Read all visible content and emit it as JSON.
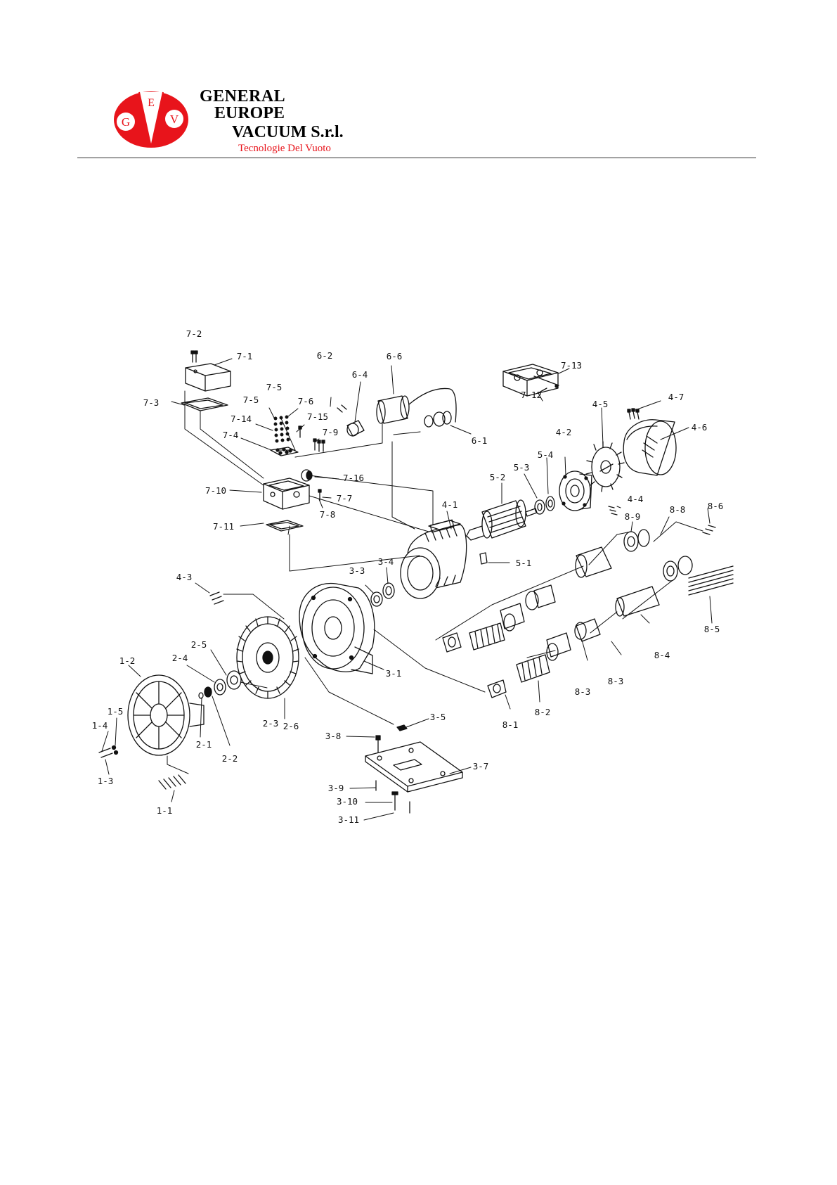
{
  "brand": {
    "logo_letters": [
      "G",
      "E",
      "V"
    ],
    "line1": "GENERAL",
    "line2": "EUROPE",
    "line3": "VACUUM  S.r.l.",
    "tagline": "Tecnologie Del Vuoto",
    "accent_color": "#e8141b"
  },
  "diagram": {
    "labels": {
      "l_7_2": "7-2",
      "l_7_1": "7-1",
      "l_7_3": "7-3",
      "l_7_5a": "7-5",
      "l_7_5b": "7-5",
      "l_7_6": "7-6",
      "l_7_14": "7-14",
      "l_7_15": "7-15",
      "l_7_4": "7-4",
      "l_7_9": "7-9",
      "l_7_16": "7-16",
      "l_7_10": "7-10",
      "l_7_7": "7-7",
      "l_7_8": "7-8",
      "l_7_11": "7-11",
      "l_6_2": "6-2",
      "l_6_4": "6-4",
      "l_6_6": "6-6",
      "l_6_1": "6-1",
      "l_7_13": "7-13",
      "l_7_12": "7-12",
      "l_4_5": "4-5",
      "l_4_7": "4-7",
      "l_4_6": "4-6",
      "l_4_2": "4-2",
      "l_4_4": "4-4",
      "l_5_4": "5-4",
      "l_5_3": "5-3",
      "l_5_2": "5-2",
      "l_5_1": "5-1",
      "l_4_1": "4-1",
      "l_8_9": "8-9",
      "l_8_8": "8-8",
      "l_8_6": "8-6",
      "l_3_3": "3-3",
      "l_3_4": "3-4",
      "l_4_3": "4-3",
      "l_3_1": "3-1",
      "l_8_5": "8-5",
      "l_8_4": "8-4",
      "l_8_3a": "8-3",
      "l_8_3b": "8-3",
      "l_8_2": "8-2",
      "l_8_1": "8-1",
      "l_2_5": "2-5",
      "l_2_4": "2-4",
      "l_1_2": "1-2",
      "l_2_3": "2-3",
      "l_2_6": "2-6",
      "l_2_1": "2-1",
      "l_2_2": "2-2",
      "l_1_5": "1-5",
      "l_1_4": "1-4",
      "l_1_3": "1-3",
      "l_1_1": "1-1",
      "l_3_5": "3-5",
      "l_3_8": "3-8",
      "l_3_7": "3-7",
      "l_3_9": "3-9",
      "l_3_10": "3-10",
      "l_3_11": "3-11"
    }
  }
}
